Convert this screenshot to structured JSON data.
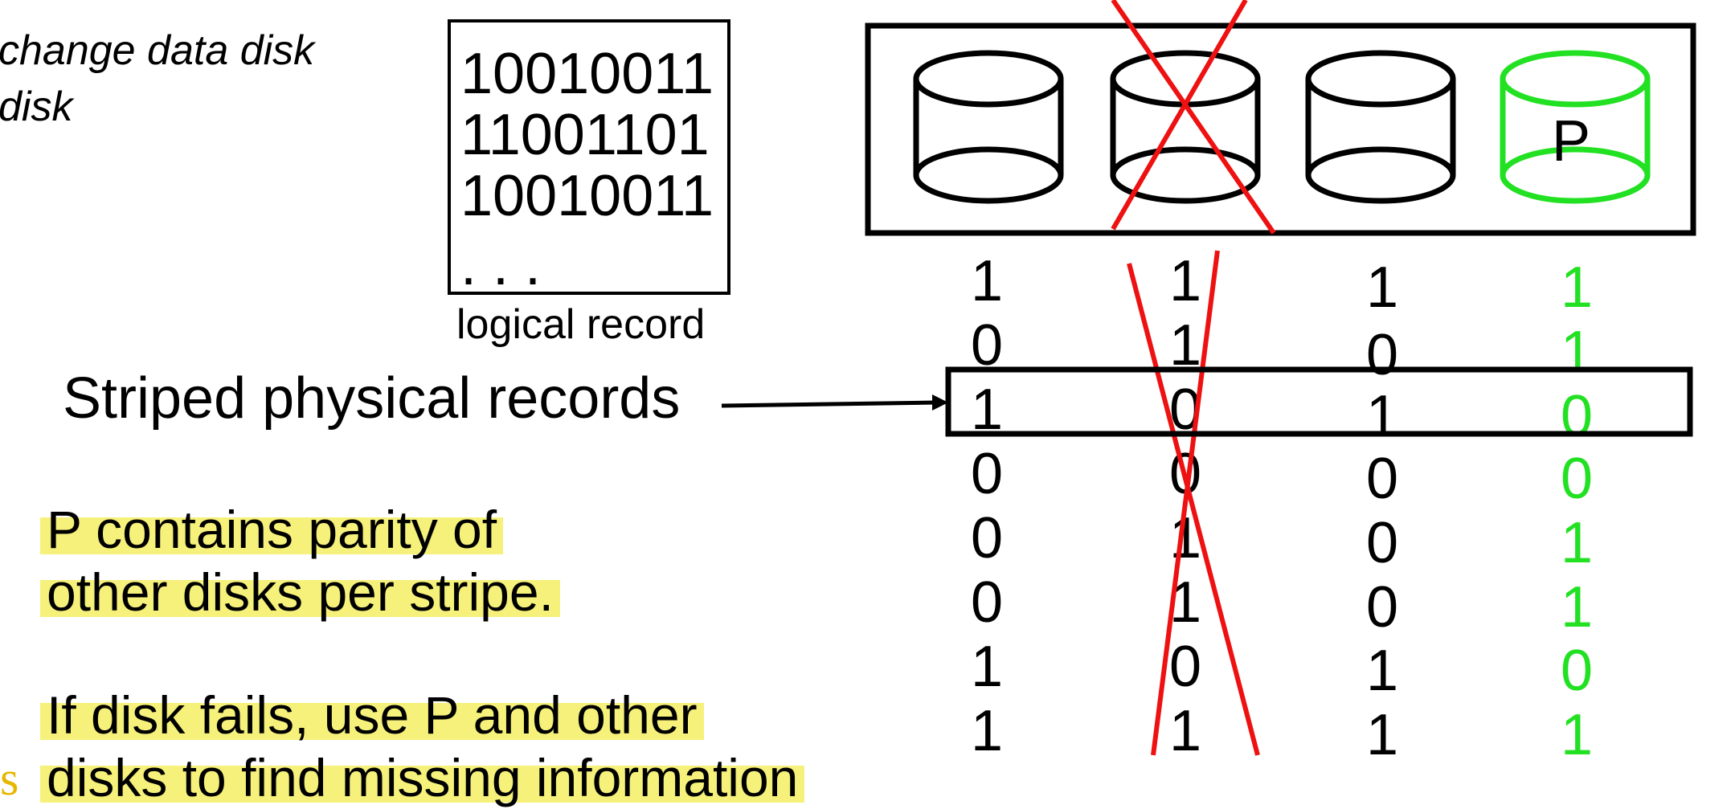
{
  "notes": {
    "line1": "change data disk",
    "line2": "disk"
  },
  "record": {
    "lines": [
      "10010011",
      "11001101",
      "10010011",
      ". . ."
    ],
    "caption": "logical record"
  },
  "striped_label": "Striped physical records",
  "disk_array": {
    "parity_label": "P",
    "failed_disk_index": 1,
    "colors": {
      "disk": "#000000",
      "parity": "#22e022",
      "failure_cross": "#ee1111"
    }
  },
  "bits": {
    "disk1": [
      "1",
      "0",
      "1",
      "0",
      "0",
      "0",
      "1",
      "1"
    ],
    "disk2": [
      "1",
      "1",
      "0",
      "0",
      "1",
      "1",
      "0",
      "1"
    ],
    "disk3": [
      "1",
      "0",
      "1",
      "0",
      "0",
      "0",
      "1",
      "1"
    ],
    "parity": [
      "1",
      "1",
      "0",
      "0",
      "1",
      "1",
      "0",
      "1"
    ]
  },
  "highlighted_stripe_index": 2,
  "explanation": {
    "p1_line1": "P contains parity of",
    "p1_line2": "other disks per stripe.",
    "p2_line1": "If disk fails, use P and other",
    "p2_line2": "disks to find missing information"
  },
  "stray_char": "s",
  "highlight_color": "#f6f17a"
}
